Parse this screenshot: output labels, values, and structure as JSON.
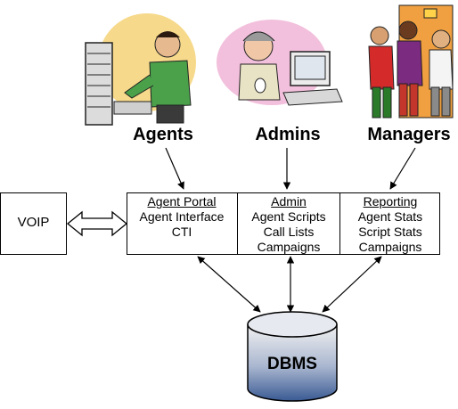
{
  "roles": {
    "agents": "Agents",
    "admins": "Admins",
    "managers": "Managers"
  },
  "voip": "VOIP",
  "sections": [
    {
      "title": "Agent Portal",
      "items": [
        "Agent Interface",
        "CTI"
      ]
    },
    {
      "title": "Admin",
      "items": [
        "Agent Scripts",
        "Call Lists",
        "Campaigns"
      ]
    },
    {
      "title": "Reporting",
      "items": [
        "Agent Stats",
        "Script Stats",
        "Campaigns"
      ]
    }
  ],
  "database": "DBMS",
  "colors": {
    "line": "#000000",
    "db_top": "#f2f2f2",
    "db_bottom": "#3a5a94",
    "agent_halo": "#f6d98a",
    "admin_halo": "#f2c0dc"
  },
  "icons": [
    "agent-clipart",
    "admin-clipart",
    "managers-clipart"
  ]
}
